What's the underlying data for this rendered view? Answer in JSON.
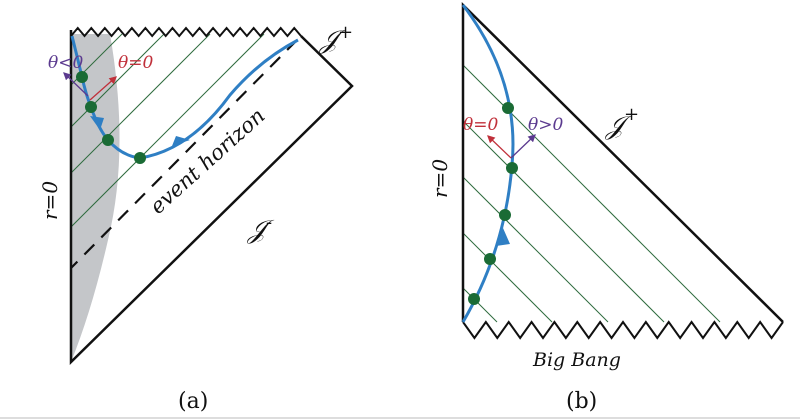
{
  "colors": {
    "boundary": "#111111",
    "worldline": "#2f7fc4",
    "dots": "#1a6b35",
    "null_rays": "#2e6b3e",
    "shade": "#c4c6c9",
    "theta_zero": "#c0303a",
    "theta_other": "#5b3a8f"
  },
  "panel_a": {
    "caption": "(a)",
    "r_label": "r=0",
    "scri_plus": "𝒥",
    "scri_plus_sup": "+",
    "scri_minus": "𝒥",
    "scri_minus_sup": "-",
    "horizon_label": "event horizon",
    "theta_neg": "θ<0",
    "theta_zero": "θ=0"
  },
  "panel_b": {
    "caption": "(b)",
    "r_label": "r=0",
    "scri_plus": "𝒥",
    "scri_plus_sup": "+",
    "big_bang": "Big Bang",
    "theta_zero": "θ=0",
    "theta_pos": "θ>0"
  }
}
